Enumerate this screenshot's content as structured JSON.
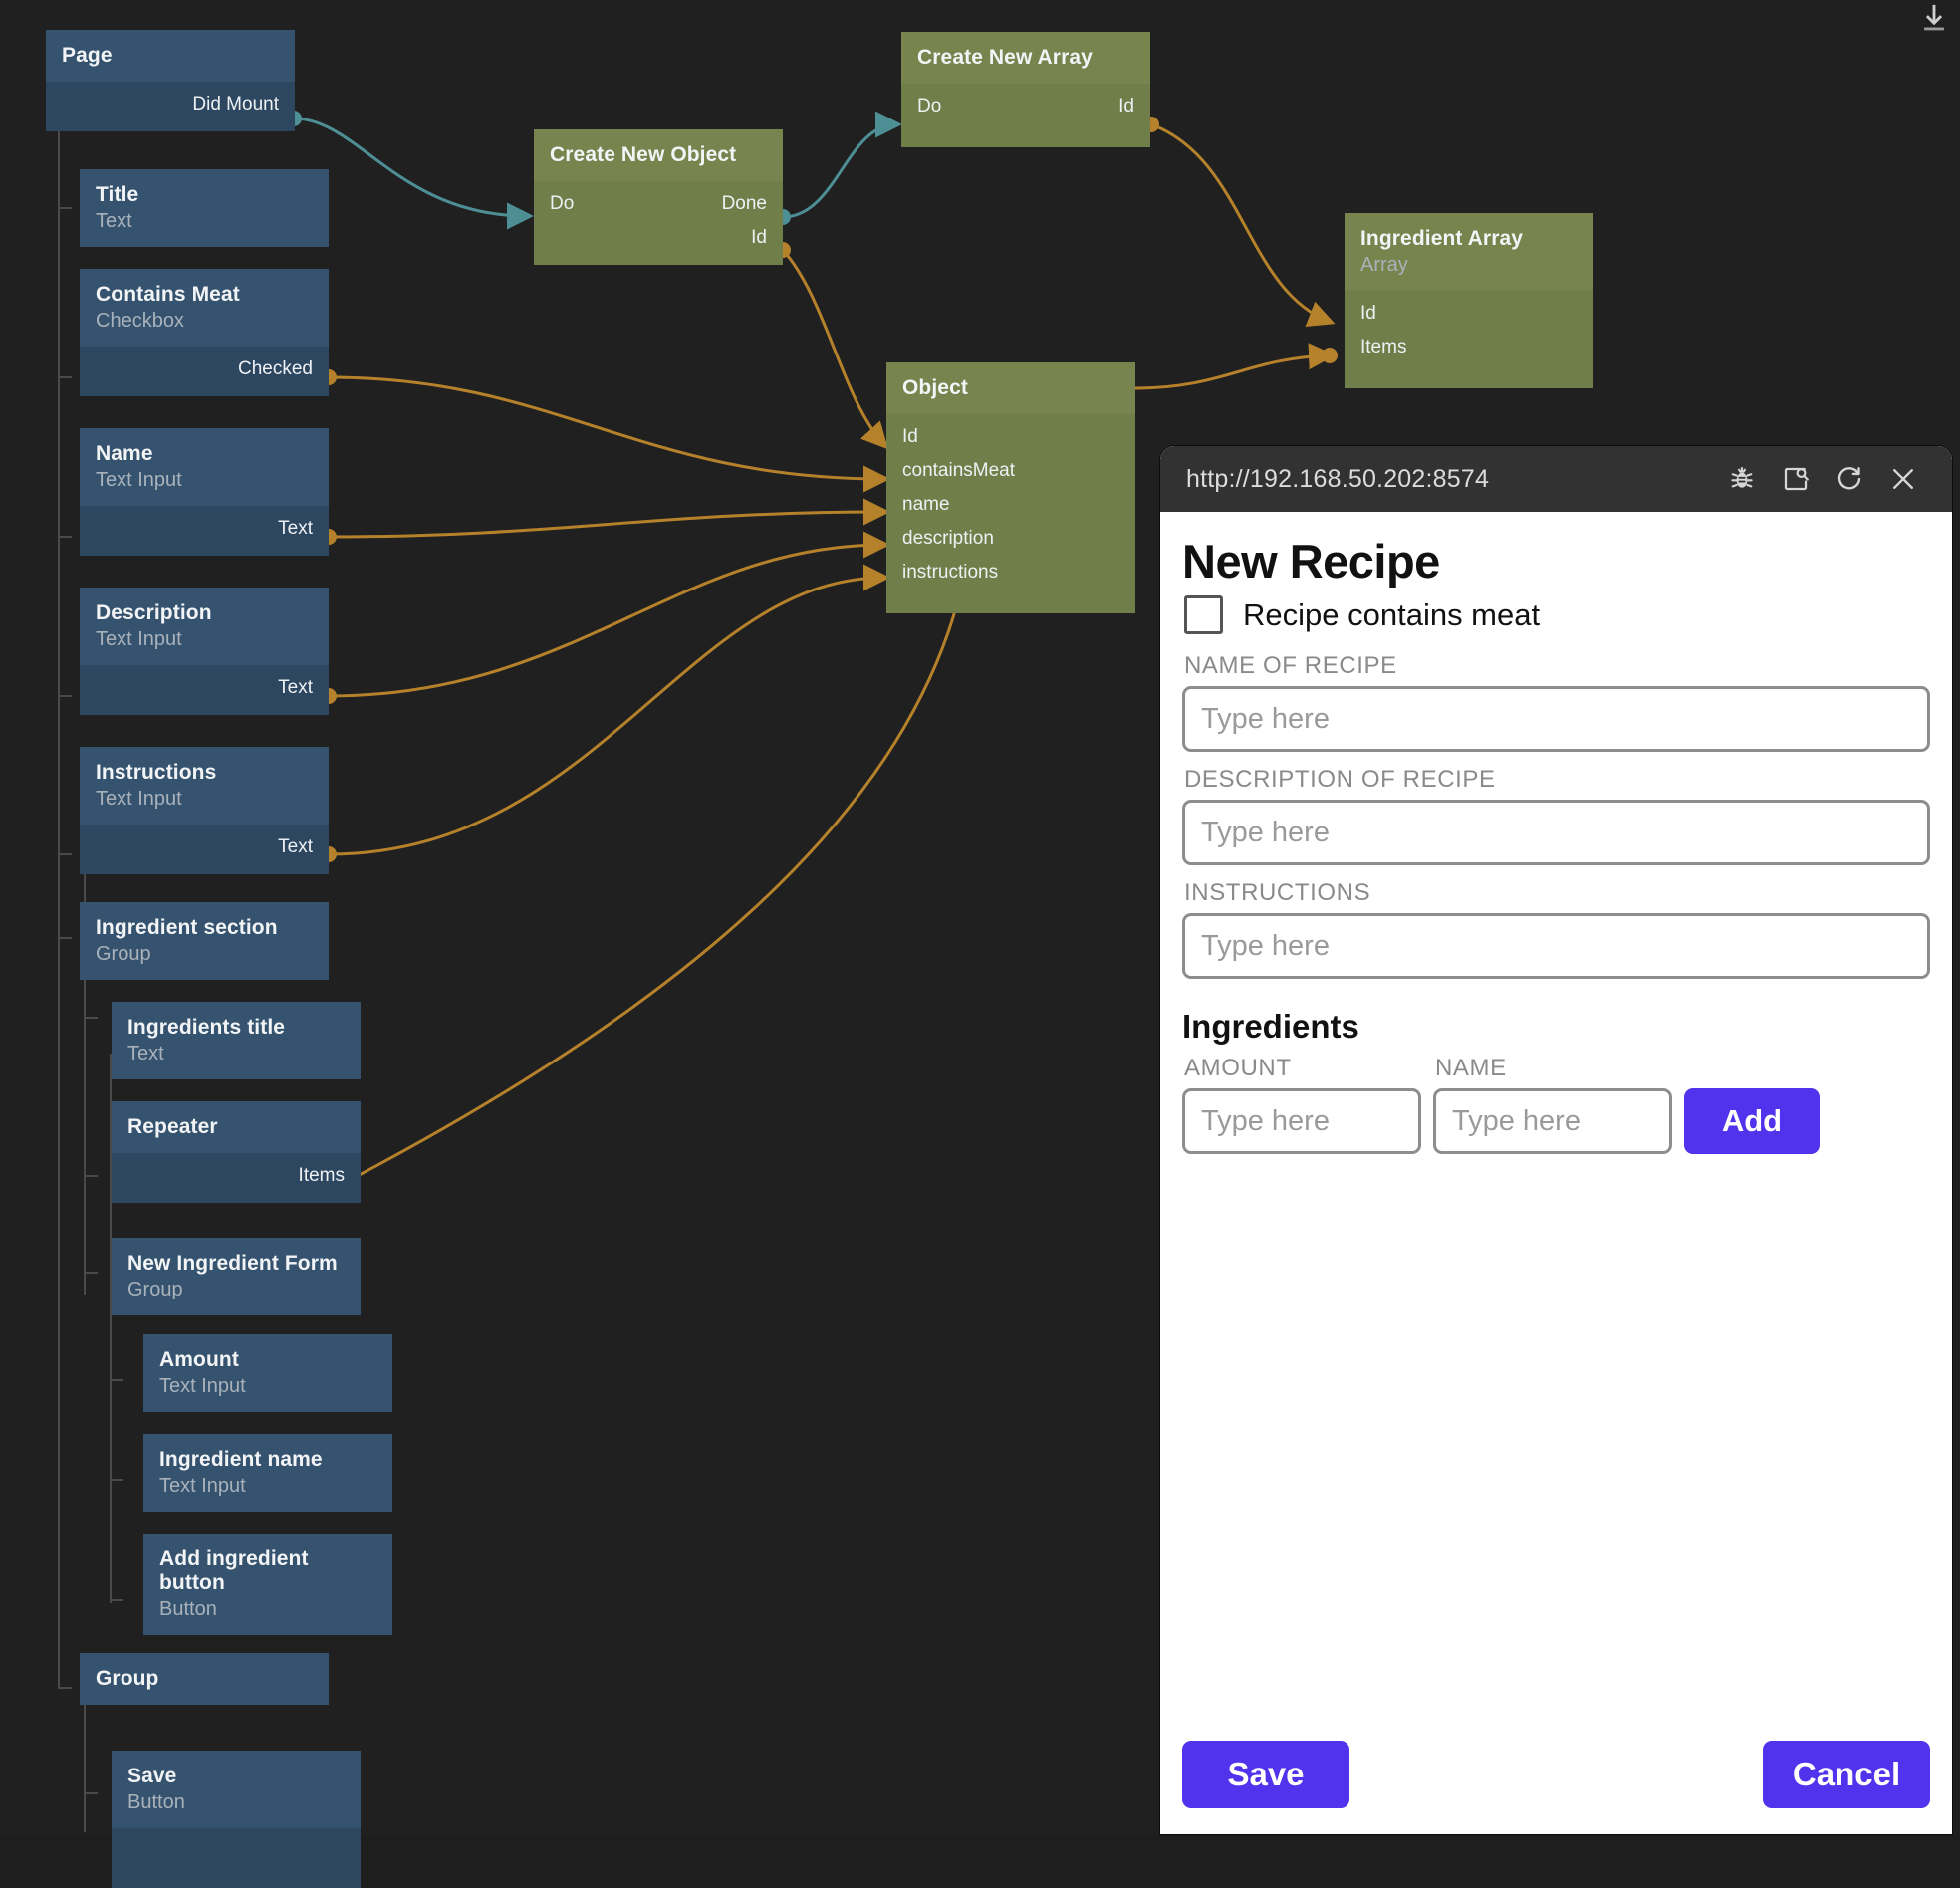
{
  "app": {
    "background_color": "#202020",
    "node_blue_header": "#35536f",
    "node_blue_body": "#2d4760",
    "node_green_header": "#77844e",
    "node_green_body": "#707e4a",
    "wire_orange": "#b5812b",
    "wire_teal": "#4e8f96",
    "accent_purple": "#5133ee"
  },
  "top_bar": {
    "download_icon": "download-icon"
  },
  "graph": {
    "nodes": [
      {
        "id": "page",
        "kind": "blue",
        "title": "Page",
        "subtitle": "",
        "ports_out": [
          "Did Mount"
        ],
        "ports_in": []
      },
      {
        "id": "title",
        "kind": "blue",
        "title": "Title",
        "subtitle": "Text",
        "ports_out": [],
        "ports_in": []
      },
      {
        "id": "contains-meat",
        "kind": "blue",
        "title": "Contains Meat",
        "subtitle": "Checkbox",
        "ports_out": [
          "Checked"
        ],
        "ports_in": []
      },
      {
        "id": "name",
        "kind": "blue",
        "title": "Name",
        "subtitle": "Text Input",
        "ports_out": [
          "Text"
        ],
        "ports_in": []
      },
      {
        "id": "description",
        "kind": "blue",
        "title": "Description",
        "subtitle": "Text Input",
        "ports_out": [
          "Text"
        ],
        "ports_in": []
      },
      {
        "id": "instructions",
        "kind": "blue",
        "title": "Instructions",
        "subtitle": "Text Input",
        "ports_out": [
          "Text"
        ],
        "ports_in": []
      },
      {
        "id": "ingredient-sec",
        "kind": "blue",
        "title": "Ingredient section",
        "subtitle": "Group",
        "ports_out": [],
        "ports_in": []
      },
      {
        "id": "ingredients-ttl",
        "kind": "blue",
        "title": "Ingredients title",
        "subtitle": "Text",
        "ports_out": [],
        "ports_in": []
      },
      {
        "id": "repeater",
        "kind": "blue",
        "title": "Repeater",
        "subtitle": "",
        "ports_out": [
          "Items"
        ],
        "ports_in": []
      },
      {
        "id": "new-ing-form",
        "kind": "blue",
        "title": "New Ingredient Form",
        "subtitle": "Group",
        "ports_out": [],
        "ports_in": []
      },
      {
        "id": "amount",
        "kind": "blue",
        "title": "Amount",
        "subtitle": "Text Input",
        "ports_out": [],
        "ports_in": []
      },
      {
        "id": "ingredient-name",
        "kind": "blue",
        "title": "Ingredient name",
        "subtitle": "Text Input",
        "ports_out": [],
        "ports_in": []
      },
      {
        "id": "add-ing-btn",
        "kind": "blue",
        "title": "Add ingredient button",
        "subtitle": "Button",
        "ports_out": [],
        "ports_in": []
      },
      {
        "id": "group",
        "kind": "blue",
        "title": "Group",
        "subtitle": "",
        "ports_out": [],
        "ports_in": []
      },
      {
        "id": "save",
        "kind": "blue",
        "title": "Save",
        "subtitle": "Button",
        "ports_out": [],
        "ports_in": []
      },
      {
        "id": "create-object",
        "kind": "green",
        "title": "Create New Object",
        "subtitle": "",
        "ports_out": [
          "Done",
          "Id"
        ],
        "ports_in": [
          "Do"
        ]
      },
      {
        "id": "create-array",
        "kind": "green",
        "title": "Create New Array",
        "subtitle": "",
        "ports_out": [
          "Id"
        ],
        "ports_in": [
          "Do"
        ]
      },
      {
        "id": "ingredient-array",
        "kind": "green",
        "title": "Ingredient Array",
        "subtitle": "Array",
        "ports_out": [],
        "ports_in": [
          "Id",
          "Items"
        ]
      },
      {
        "id": "object",
        "kind": "green",
        "title": "Object",
        "subtitle": "",
        "ports_out": [],
        "ports_in": [
          "Id",
          "containsMeat",
          "name",
          "description",
          "instructions"
        ]
      }
    ]
  },
  "preview": {
    "url": "http://192.168.50.202:8574",
    "toolbar": [
      {
        "name": "debug-icon",
        "label": "Debug"
      },
      {
        "name": "inspect-icon",
        "label": "Inspect"
      },
      {
        "name": "reload-icon",
        "label": "Reload"
      },
      {
        "name": "close-icon",
        "label": "Close"
      }
    ],
    "page": {
      "heading": "New Recipe",
      "checkbox_label": "Recipe contains meat",
      "checkbox_checked": false,
      "fields": [
        {
          "label": "NAME OF RECIPE",
          "value": "",
          "placeholder": "Type here"
        },
        {
          "label": "DESCRIPTION OF RECIPE",
          "value": "",
          "placeholder": "Type here"
        },
        {
          "label": "INSTRUCTIONS",
          "value": "",
          "placeholder": "Type here"
        }
      ],
      "ingredients_heading": "Ingredients",
      "ingredient_form": {
        "amount_label": "AMOUNT",
        "amount_value": "",
        "amount_placeholder": "Type here",
        "name_label": "NAME",
        "name_value": "",
        "name_placeholder": "Type here",
        "add_label": "Add"
      },
      "save_label": "Save",
      "cancel_label": "Cancel"
    }
  }
}
